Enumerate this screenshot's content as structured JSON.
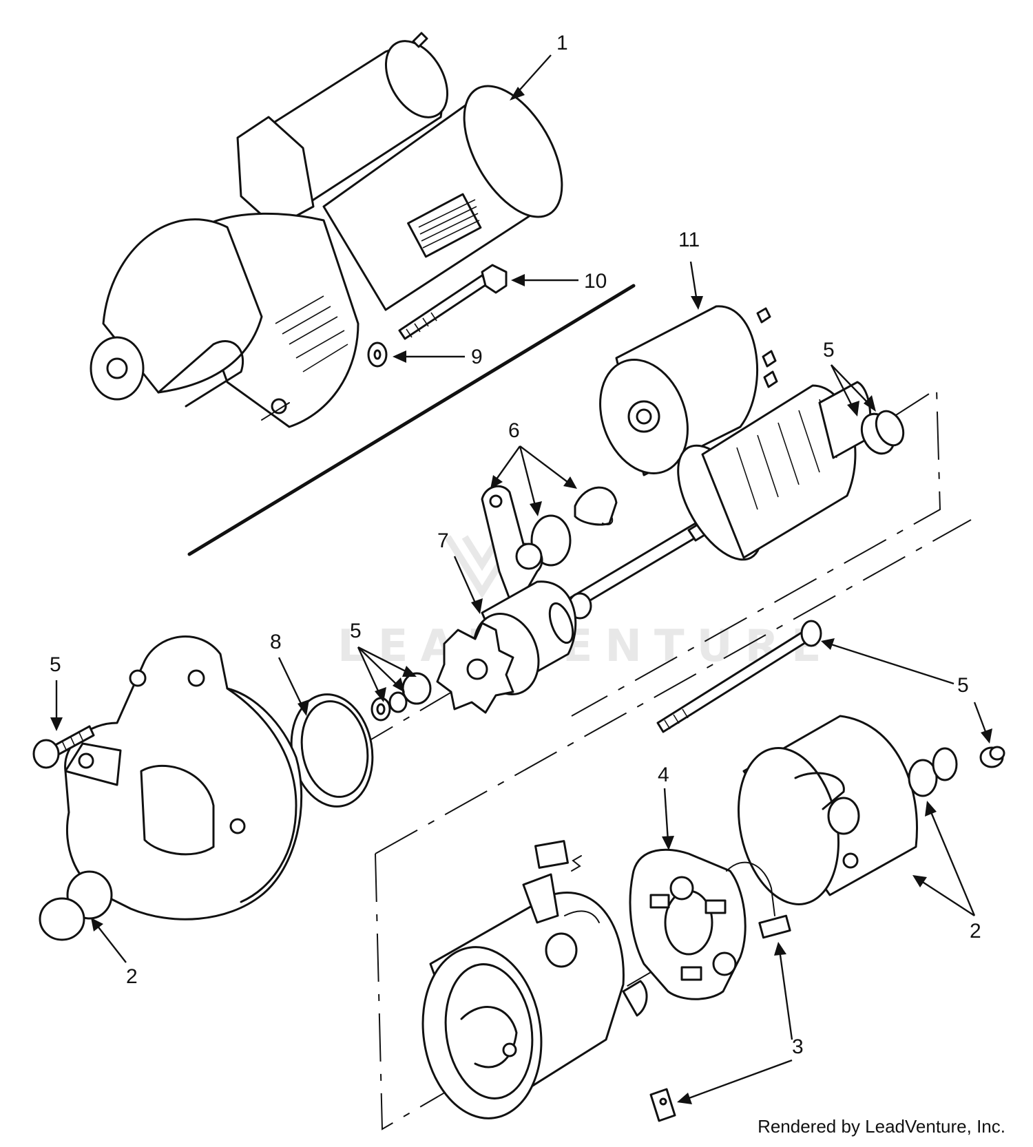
{
  "watermark": {
    "text": "LEADVENTURE"
  },
  "credit": "Rendered by LeadVenture, Inc.",
  "callouts": {
    "starter_assembly": "1",
    "end_cover_bushing_left": "2",
    "end_cover_bushing_right": "2",
    "brush": "3",
    "brush_holder": "4",
    "armature_bearing": "5",
    "pinion_stop_collar": "5",
    "screw_left": "5",
    "through_bolt": "5",
    "small_nut": "5",
    "lever_bushing_kit": "6",
    "drive_clutch": "7",
    "seal": "8",
    "washer": "9",
    "bolt": "10",
    "solenoid": "11"
  }
}
